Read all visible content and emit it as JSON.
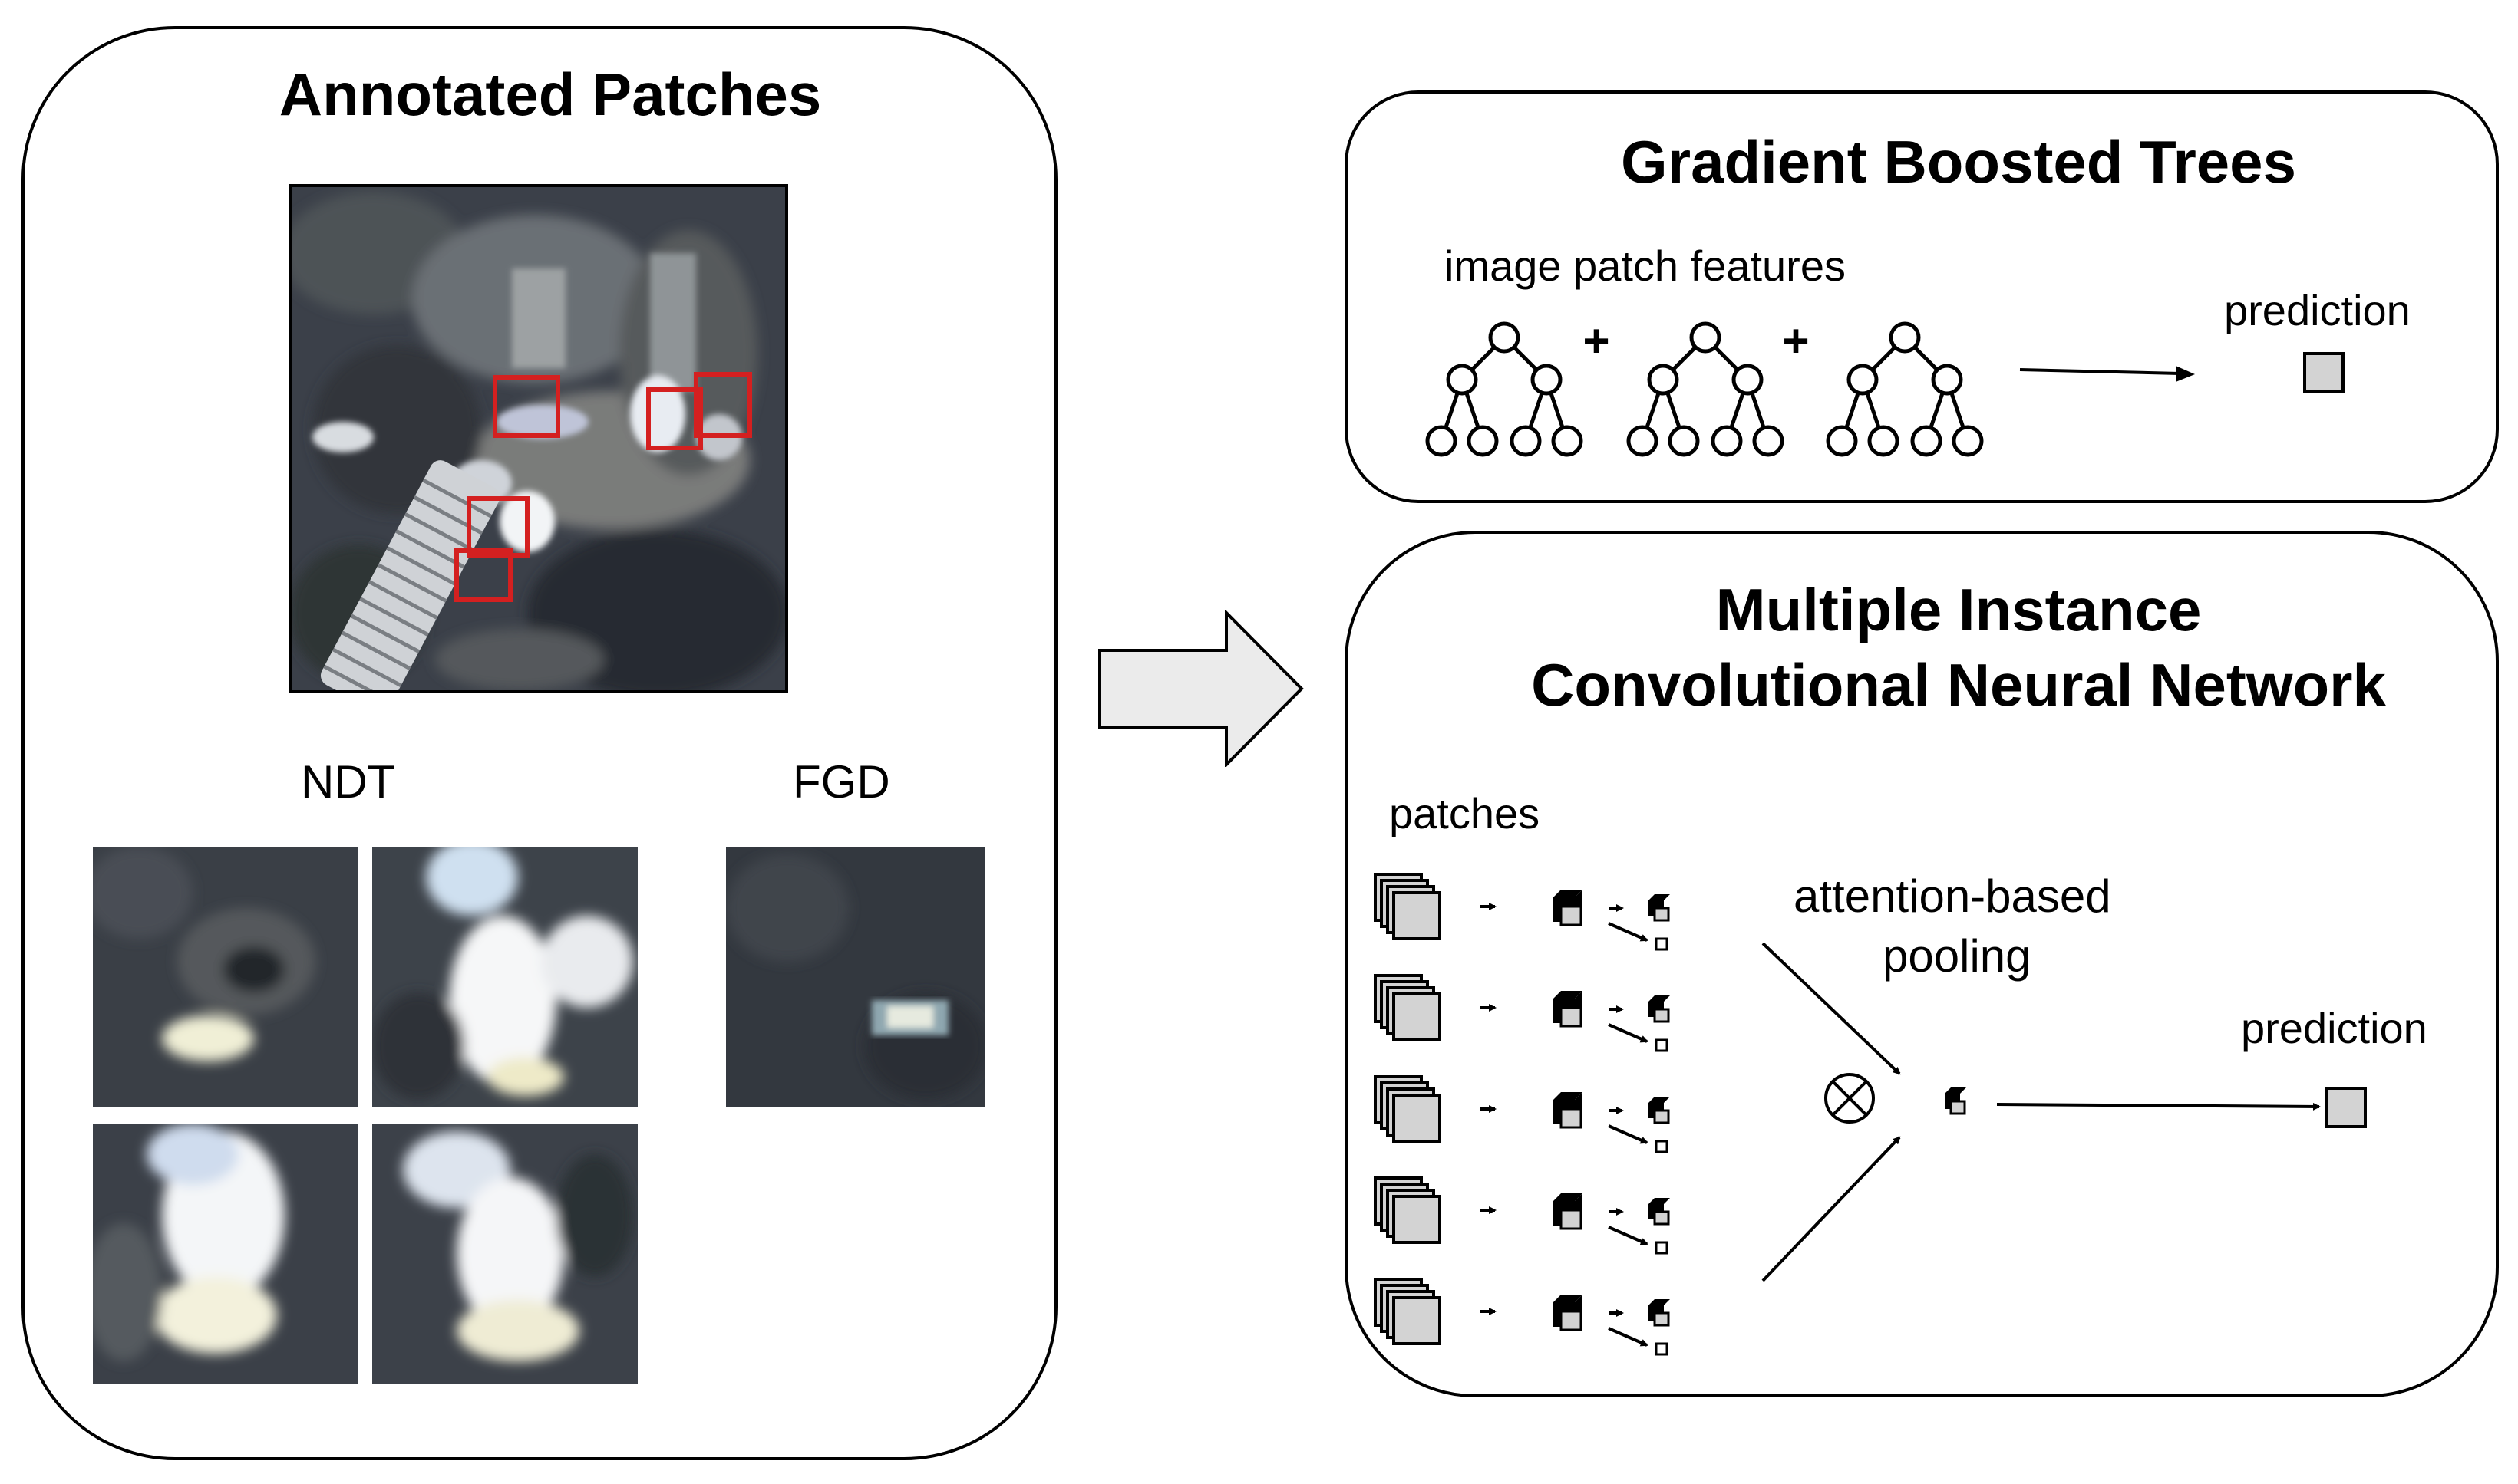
{
  "annotated_patches": {
    "title": "Annotated Patches",
    "ndt_label": "NDT",
    "fgd_label": "FGD"
  },
  "gradient_boosted_trees": {
    "title": "Gradient Boosted Trees",
    "input_label": "image patch features",
    "plus_sign": "+",
    "output_label": "prediction"
  },
  "mil_cnn": {
    "title_line1": "Multiple Instance",
    "title_line2": "Convolutional Neural Network",
    "patches_label": "patches",
    "pooling_line1": "attention-based",
    "pooling_line2": "pooling",
    "output_label": "prediction"
  },
  "colors": {
    "annotation_box": "#d42020",
    "node_fill": "#d3d3d3",
    "arrow_fill": "#ebebeb",
    "satellite_base": "#3a3f48"
  }
}
